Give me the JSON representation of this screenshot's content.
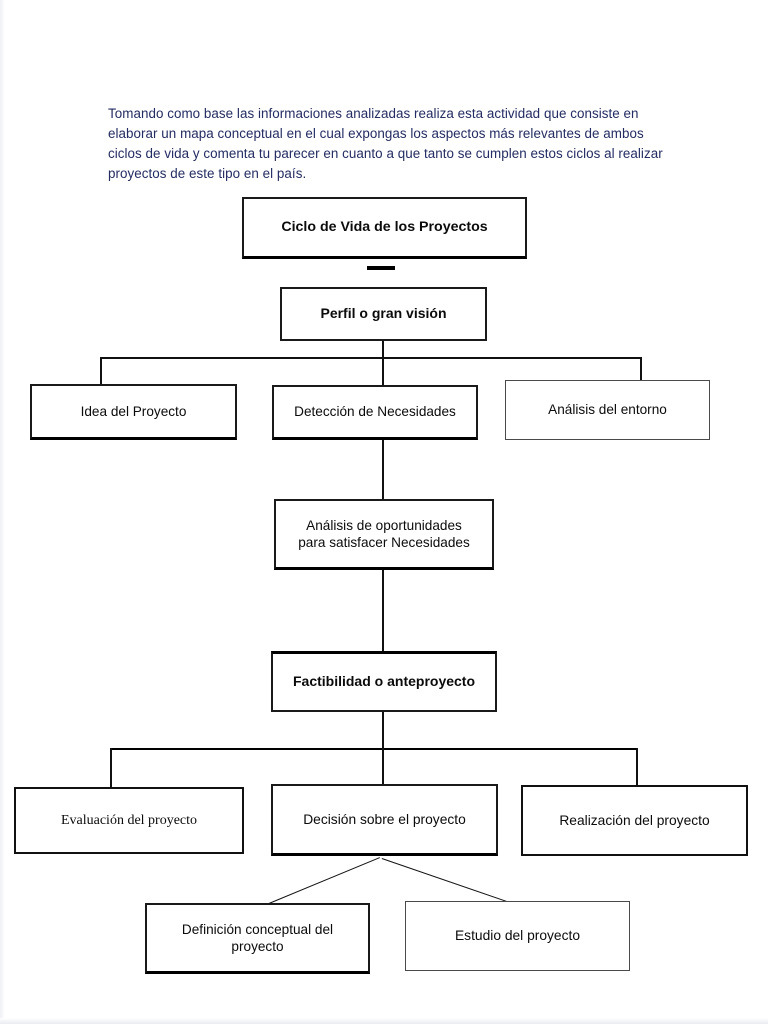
{
  "document": {
    "intro_text": "Tomando como base las informaciones analizadas realiza esta actividad que consiste en elaborar un mapa conceptual en el cual expongas los aspectos más relevantes de ambos ciclos de  vida y comenta tu parecer en cuanto a que tanto se cumplen estos ciclos al realizar proyectos de este tipo en el país.",
    "intro_color": "#232c63",
    "background_color": "#ffffff",
    "line_color": "#111111"
  },
  "diagram": {
    "type": "concept-map",
    "title": "Ciclo de Vida de los Proyectos",
    "nodes": [
      {
        "id": "root",
        "label": "Ciclo de Vida de los Proyectos"
      },
      {
        "id": "perfil",
        "label": "Perfil o gran visión"
      },
      {
        "id": "idea",
        "label": "Idea del Proyecto"
      },
      {
        "id": "deteccion",
        "label": "Detección de Necesidades"
      },
      {
        "id": "entorno",
        "label": "Análisis del entorno"
      },
      {
        "id": "oportunidades",
        "label": "Análisis de oportunidades\npara satisfacer Necesidades"
      },
      {
        "id": "factibilidad",
        "label": "Factibilidad o anteproyecto"
      },
      {
        "id": "evaluacion",
        "label": "Evaluación del proyecto"
      },
      {
        "id": "decision",
        "label": "Decisión sobre el proyecto"
      },
      {
        "id": "realizacion",
        "label": "Realización del proyecto"
      },
      {
        "id": "definicion",
        "label": "Definición conceptual del\nproyecto"
      },
      {
        "id": "estudio",
        "label": "Estudio del proyecto"
      }
    ],
    "edges": [
      {
        "from": "root",
        "to": "perfil"
      },
      {
        "from": "perfil",
        "to": "idea"
      },
      {
        "from": "perfil",
        "to": "deteccion"
      },
      {
        "from": "perfil",
        "to": "entorno"
      },
      {
        "from": "deteccion",
        "to": "oportunidades"
      },
      {
        "from": "oportunidades",
        "to": "factibilidad"
      },
      {
        "from": "factibilidad",
        "to": "evaluacion"
      },
      {
        "from": "factibilidad",
        "to": "decision"
      },
      {
        "from": "factibilidad",
        "to": "realizacion"
      },
      {
        "from": "decision",
        "to": "definicion"
      },
      {
        "from": "decision",
        "to": "estudio"
      }
    ]
  }
}
